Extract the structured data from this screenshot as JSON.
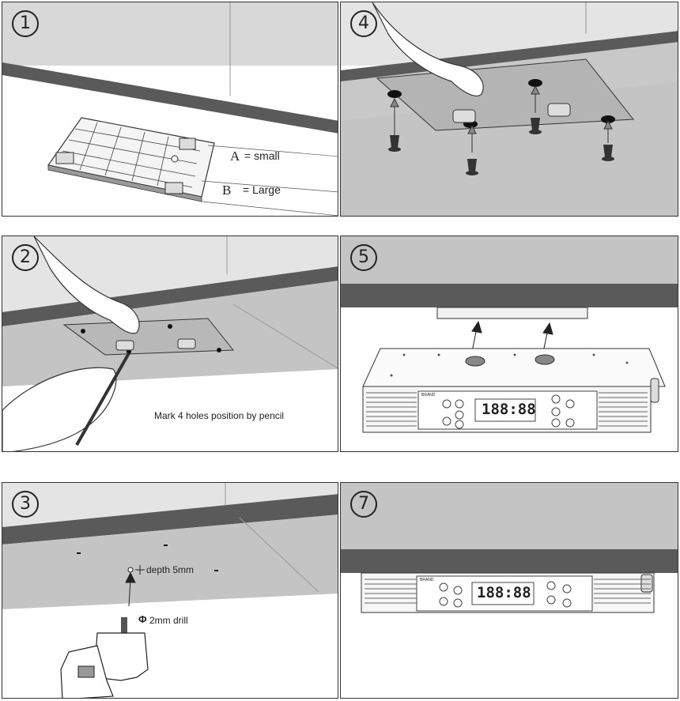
{
  "steps": [
    {
      "id": "1",
      "number": "1",
      "labels": {
        "a_letter": "A",
        "a_text": "= small",
        "b_letter": "B",
        "b_text": "= Large"
      }
    },
    {
      "id": "2",
      "number": "2",
      "caption": "Mark 4 holes position by pencil"
    },
    {
      "id": "3",
      "number": "3",
      "depth_label": "depth 5mm",
      "drill_symbol": "Φ",
      "drill_label": "2mm drill"
    },
    {
      "id": "4",
      "number": "4"
    },
    {
      "id": "5",
      "number": "5",
      "brand": "BRAND",
      "display": "188:88"
    },
    {
      "id": "7",
      "number": "7",
      "brand": "BRAND",
      "display": "188:88"
    }
  ],
  "colors": {
    "counter_top": "#5a5a5a",
    "cabinet": "#d8d8d8",
    "underside": "#c4c4c4",
    "line": "#222222"
  }
}
